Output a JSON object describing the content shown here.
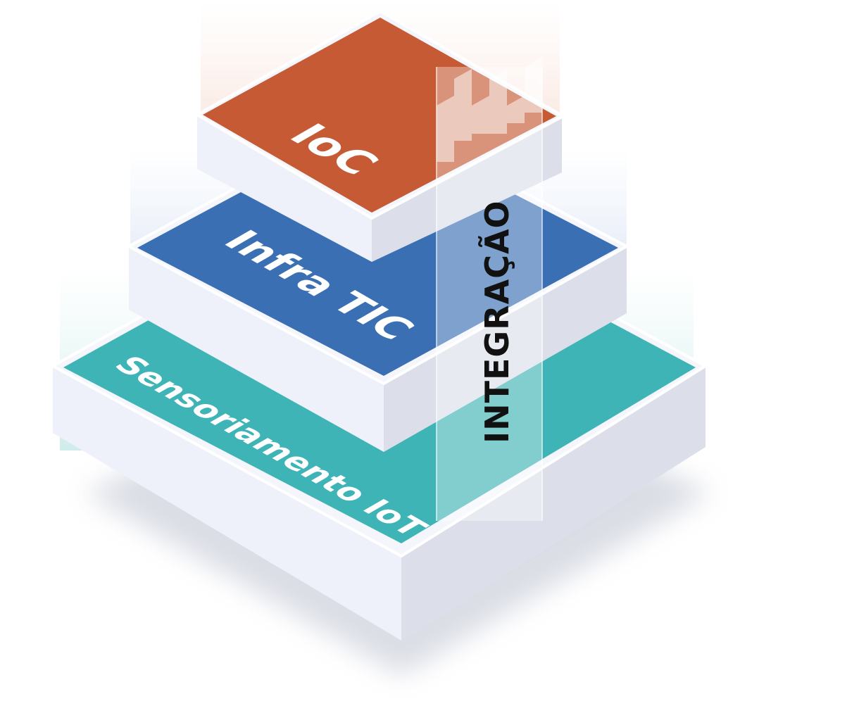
{
  "layers": [
    {
      "label": "IoC",
      "color": "#c55a35"
    },
    {
      "label": "Infra TIC",
      "color": "#3a6fb4"
    },
    {
      "label": "Sensoriamento IoT",
      "color": "#3fb4b6"
    }
  ],
  "integration_label": "INTEGRAÇÃO",
  "colors": {
    "slab": "#eef0f8",
    "slab_side": "#dfe2ee",
    "band": "#ffffff"
  }
}
